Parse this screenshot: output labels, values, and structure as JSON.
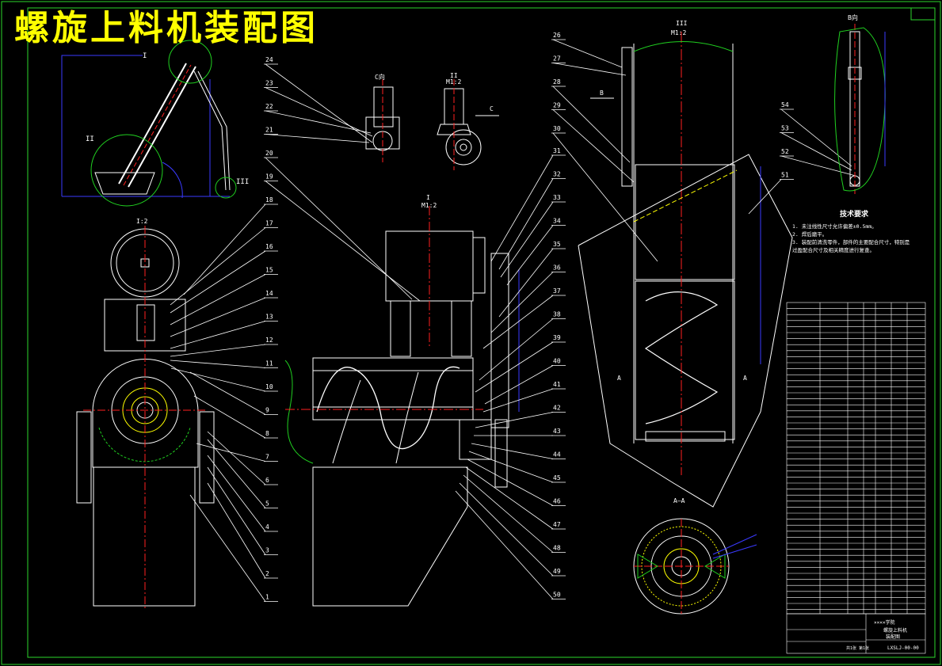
{
  "title": "螺旋上料机装配图",
  "colors": {
    "background": "#000000",
    "border": "#2bd62b",
    "part_line": "#ffffff",
    "center_line": "#ff2020",
    "dimension": "#3a3aff",
    "contour": "#20d020",
    "leader": "#ffffff",
    "title_text": "#ffff00"
  },
  "views": {
    "c_view_label": "C向",
    "b_view_label": "B向",
    "aa_section_label": "A—A",
    "detail_I": "I",
    "detail_I_scale": "M1:2",
    "detail_II": "II",
    "detail_II_scale": "M1:2",
    "detail_III": "III",
    "detail_III_scale": "M1:2",
    "view_1_2": "I:2",
    "arrow_B": "B",
    "arrow_C": "C",
    "arrow_A1": "A",
    "arrow_A2": "A"
  },
  "balloons_left": [
    "24",
    "23",
    "22",
    "21",
    "20",
    "19",
    "18",
    "17",
    "16",
    "15",
    "14",
    "13",
    "12",
    "11",
    "10",
    "9",
    "8",
    "7",
    "6",
    "5",
    "4",
    "3",
    "2",
    "1"
  ],
  "balloons_middle": [
    "31",
    "32",
    "33",
    "34",
    "35",
    "36",
    "37",
    "38",
    "39",
    "40",
    "41",
    "42",
    "43",
    "44",
    "45",
    "46",
    "47",
    "48",
    "49",
    "50"
  ],
  "balloons_right_top": [
    "26",
    "27",
    "28",
    "29",
    "30"
  ],
  "balloons_right_b": [
    "54",
    "53",
    "52",
    "51"
  ],
  "technical_requirements": {
    "heading": "技术要求",
    "items": [
      "1. 未注线性尺寸允许偏差±0.5mm。",
      "2. 焊后磨平。",
      "3. 装配前清洗零件，部件的主要配合尺寸，特别是",
      "过盈配合尺寸及相关精度进行复查。"
    ]
  },
  "title_block": {
    "school": "××××学院",
    "drawing_name_1": "螺旋上料机",
    "drawing_name_2": "装配图",
    "drawing_no": "LXSLJ-00-00",
    "sheet": "共1张 第1张"
  }
}
